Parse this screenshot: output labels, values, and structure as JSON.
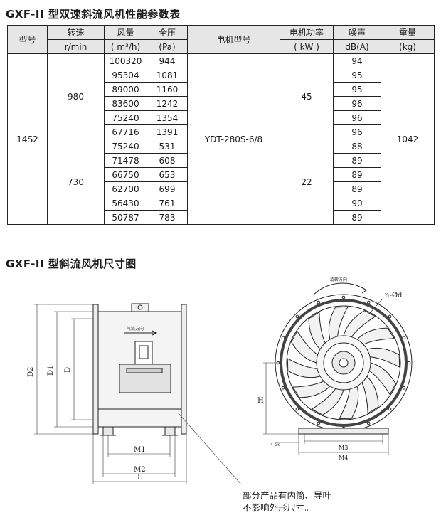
{
  "table_title": "GXF-II 型双速斜流风机性能参数表",
  "drawing_title": "GXF-II 型斜流风机尺寸图",
  "headers": {
    "model": "型号",
    "speed": "转速",
    "speed_unit": "r/min",
    "airflow": "风量",
    "airflow_unit": "( m³/h)",
    "pressure": "全压",
    "pressure_unit": "(Pa)",
    "motor": "电机型号",
    "power": "电机功率",
    "power_unit": "( kW )",
    "noise": "噪声",
    "noise_unit": "dB(A)",
    "weight": "重量",
    "weight_unit": "(kg)"
  },
  "model_value": "14S2",
  "motor_value": "YDT-280S-6/8",
  "weight_value": "1042",
  "groups": [
    {
      "speed": "980",
      "power": "45",
      "rows": [
        {
          "airflow": "100320",
          "pressure": "944",
          "noise": "94"
        },
        {
          "airflow": "95304",
          "pressure": "1081",
          "noise": "95"
        },
        {
          "airflow": "89000",
          "pressure": "1160",
          "noise": "95"
        },
        {
          "airflow": "83600",
          "pressure": "1242",
          "noise": "96"
        },
        {
          "airflow": "75240",
          "pressure": "1354",
          "noise": "96"
        },
        {
          "airflow": "67716",
          "pressure": "1391",
          "noise": "96"
        }
      ]
    },
    {
      "speed": "730",
      "power": "22",
      "rows": [
        {
          "airflow": "75240",
          "pressure": "531",
          "noise": "88"
        },
        {
          "airflow": "71478",
          "pressure": "608",
          "noise": "89"
        },
        {
          "airflow": "66750",
          "pressure": "653",
          "noise": "89"
        },
        {
          "airflow": "62700",
          "pressure": "699",
          "noise": "89"
        },
        {
          "airflow": "56430",
          "pressure": "761",
          "noise": "90"
        },
        {
          "airflow": "50787",
          "pressure": "783",
          "noise": "89"
        }
      ]
    }
  ],
  "drawing_labels": {
    "d2": "D2",
    "d1": "D1",
    "d": "D",
    "m1": "M1",
    "m2": "M2",
    "l": "L",
    "h": "H",
    "m3": "M3",
    "m4": "M4",
    "holes": "n-Ød",
    "holes_small": "4-Ød",
    "airflow_dir": "气流方向",
    "rotation_dir": "旋转方向"
  },
  "note_lines": [
    "部分产品有内筒、导叶",
    "不影响外形尺寸。"
  ]
}
